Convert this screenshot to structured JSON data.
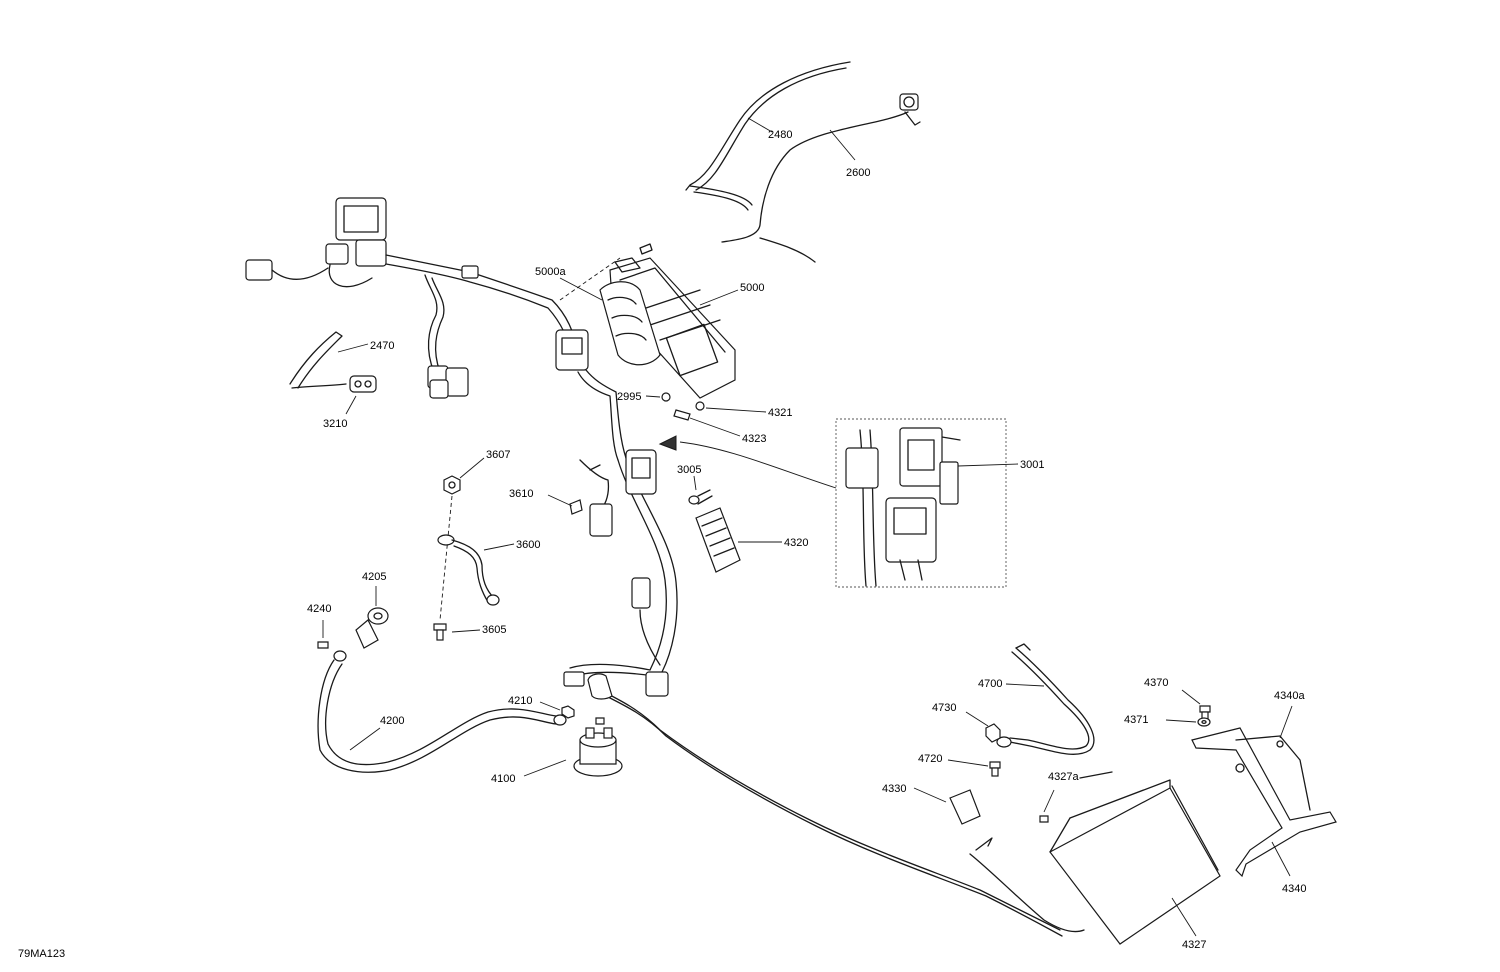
{
  "diagram_ref": "79MA123",
  "callouts": {
    "c2480": "2480",
    "c2600": "2600",
    "c5000a": "5000a",
    "c5000": "5000",
    "c2470": "2470",
    "c3210": "3210",
    "c2995": "2995",
    "c4321": "4321",
    "c4323": "4323",
    "c3001": "3001",
    "c3607": "3607",
    "c3005": "3005",
    "c3610": "3610",
    "c3600": "3600",
    "c4320": "4320",
    "c4205": "4205",
    "c4240": "4240",
    "c3605": "3605",
    "c4210": "4210",
    "c4200": "4200",
    "c4100": "4100",
    "c4700": "4700",
    "c4370": "4370",
    "c4340a": "4340a",
    "c4730": "4730",
    "c4371": "4371",
    "c4720": "4720",
    "c4327a": "4327a",
    "c4330": "4330",
    "c4340": "4340",
    "c4327": "4327"
  }
}
